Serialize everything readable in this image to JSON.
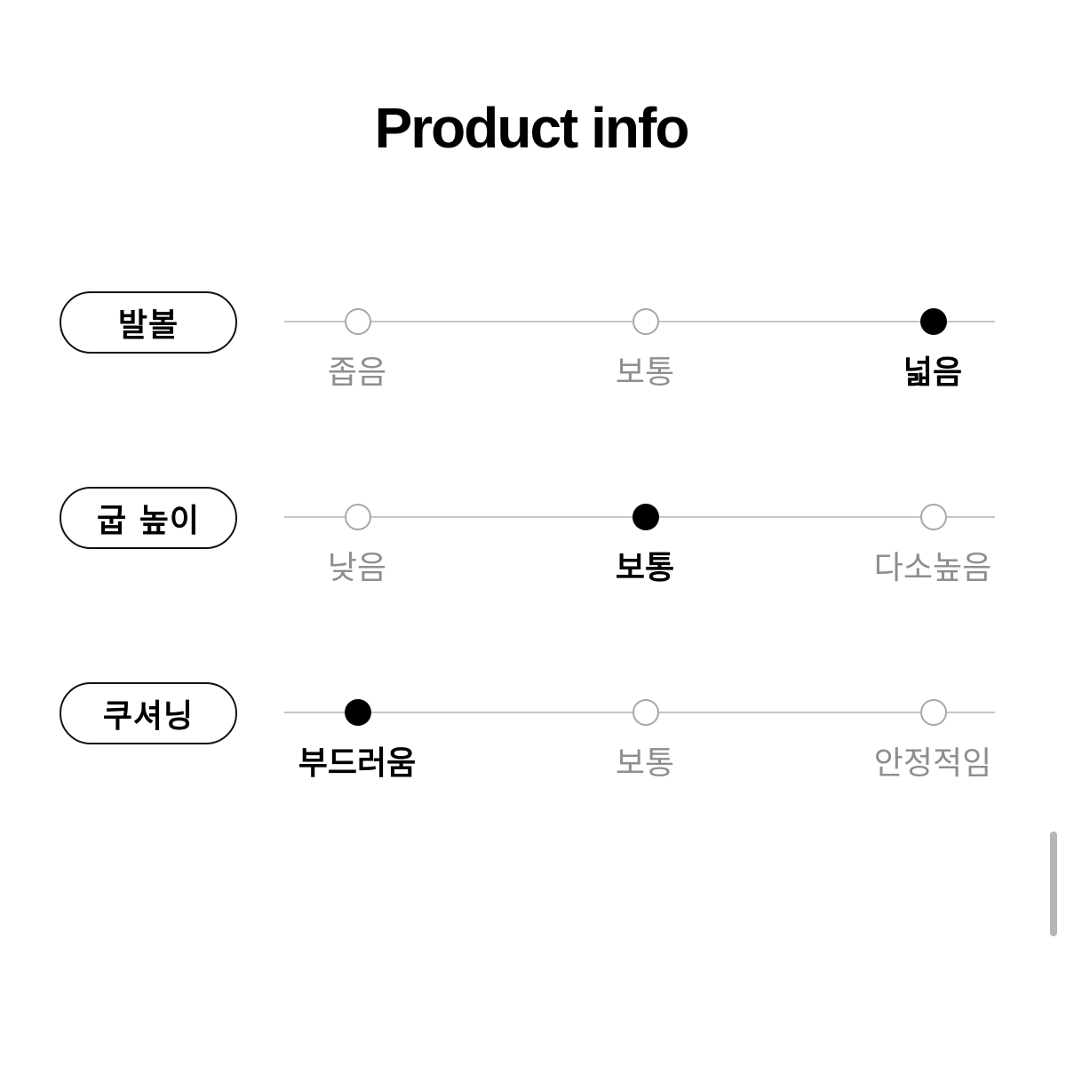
{
  "page": {
    "title": "Product info"
  },
  "rows": [
    {
      "label": "발볼",
      "options": [
        "좁음",
        "보통",
        "넓음"
      ],
      "selected_index": 2
    },
    {
      "label": "굽 높이",
      "options": [
        "낮음",
        "보통",
        "다소높음"
      ],
      "selected_index": 1
    },
    {
      "label": "쿠셔닝",
      "options": [
        "부드러움",
        "보통",
        "안정적임"
      ],
      "selected_index": 0
    }
  ],
  "colors": {
    "selected": "#000000",
    "unselected_text": "#8e8e8e",
    "track": "#c6c6c6",
    "dot_border": "#a8a8a8"
  }
}
